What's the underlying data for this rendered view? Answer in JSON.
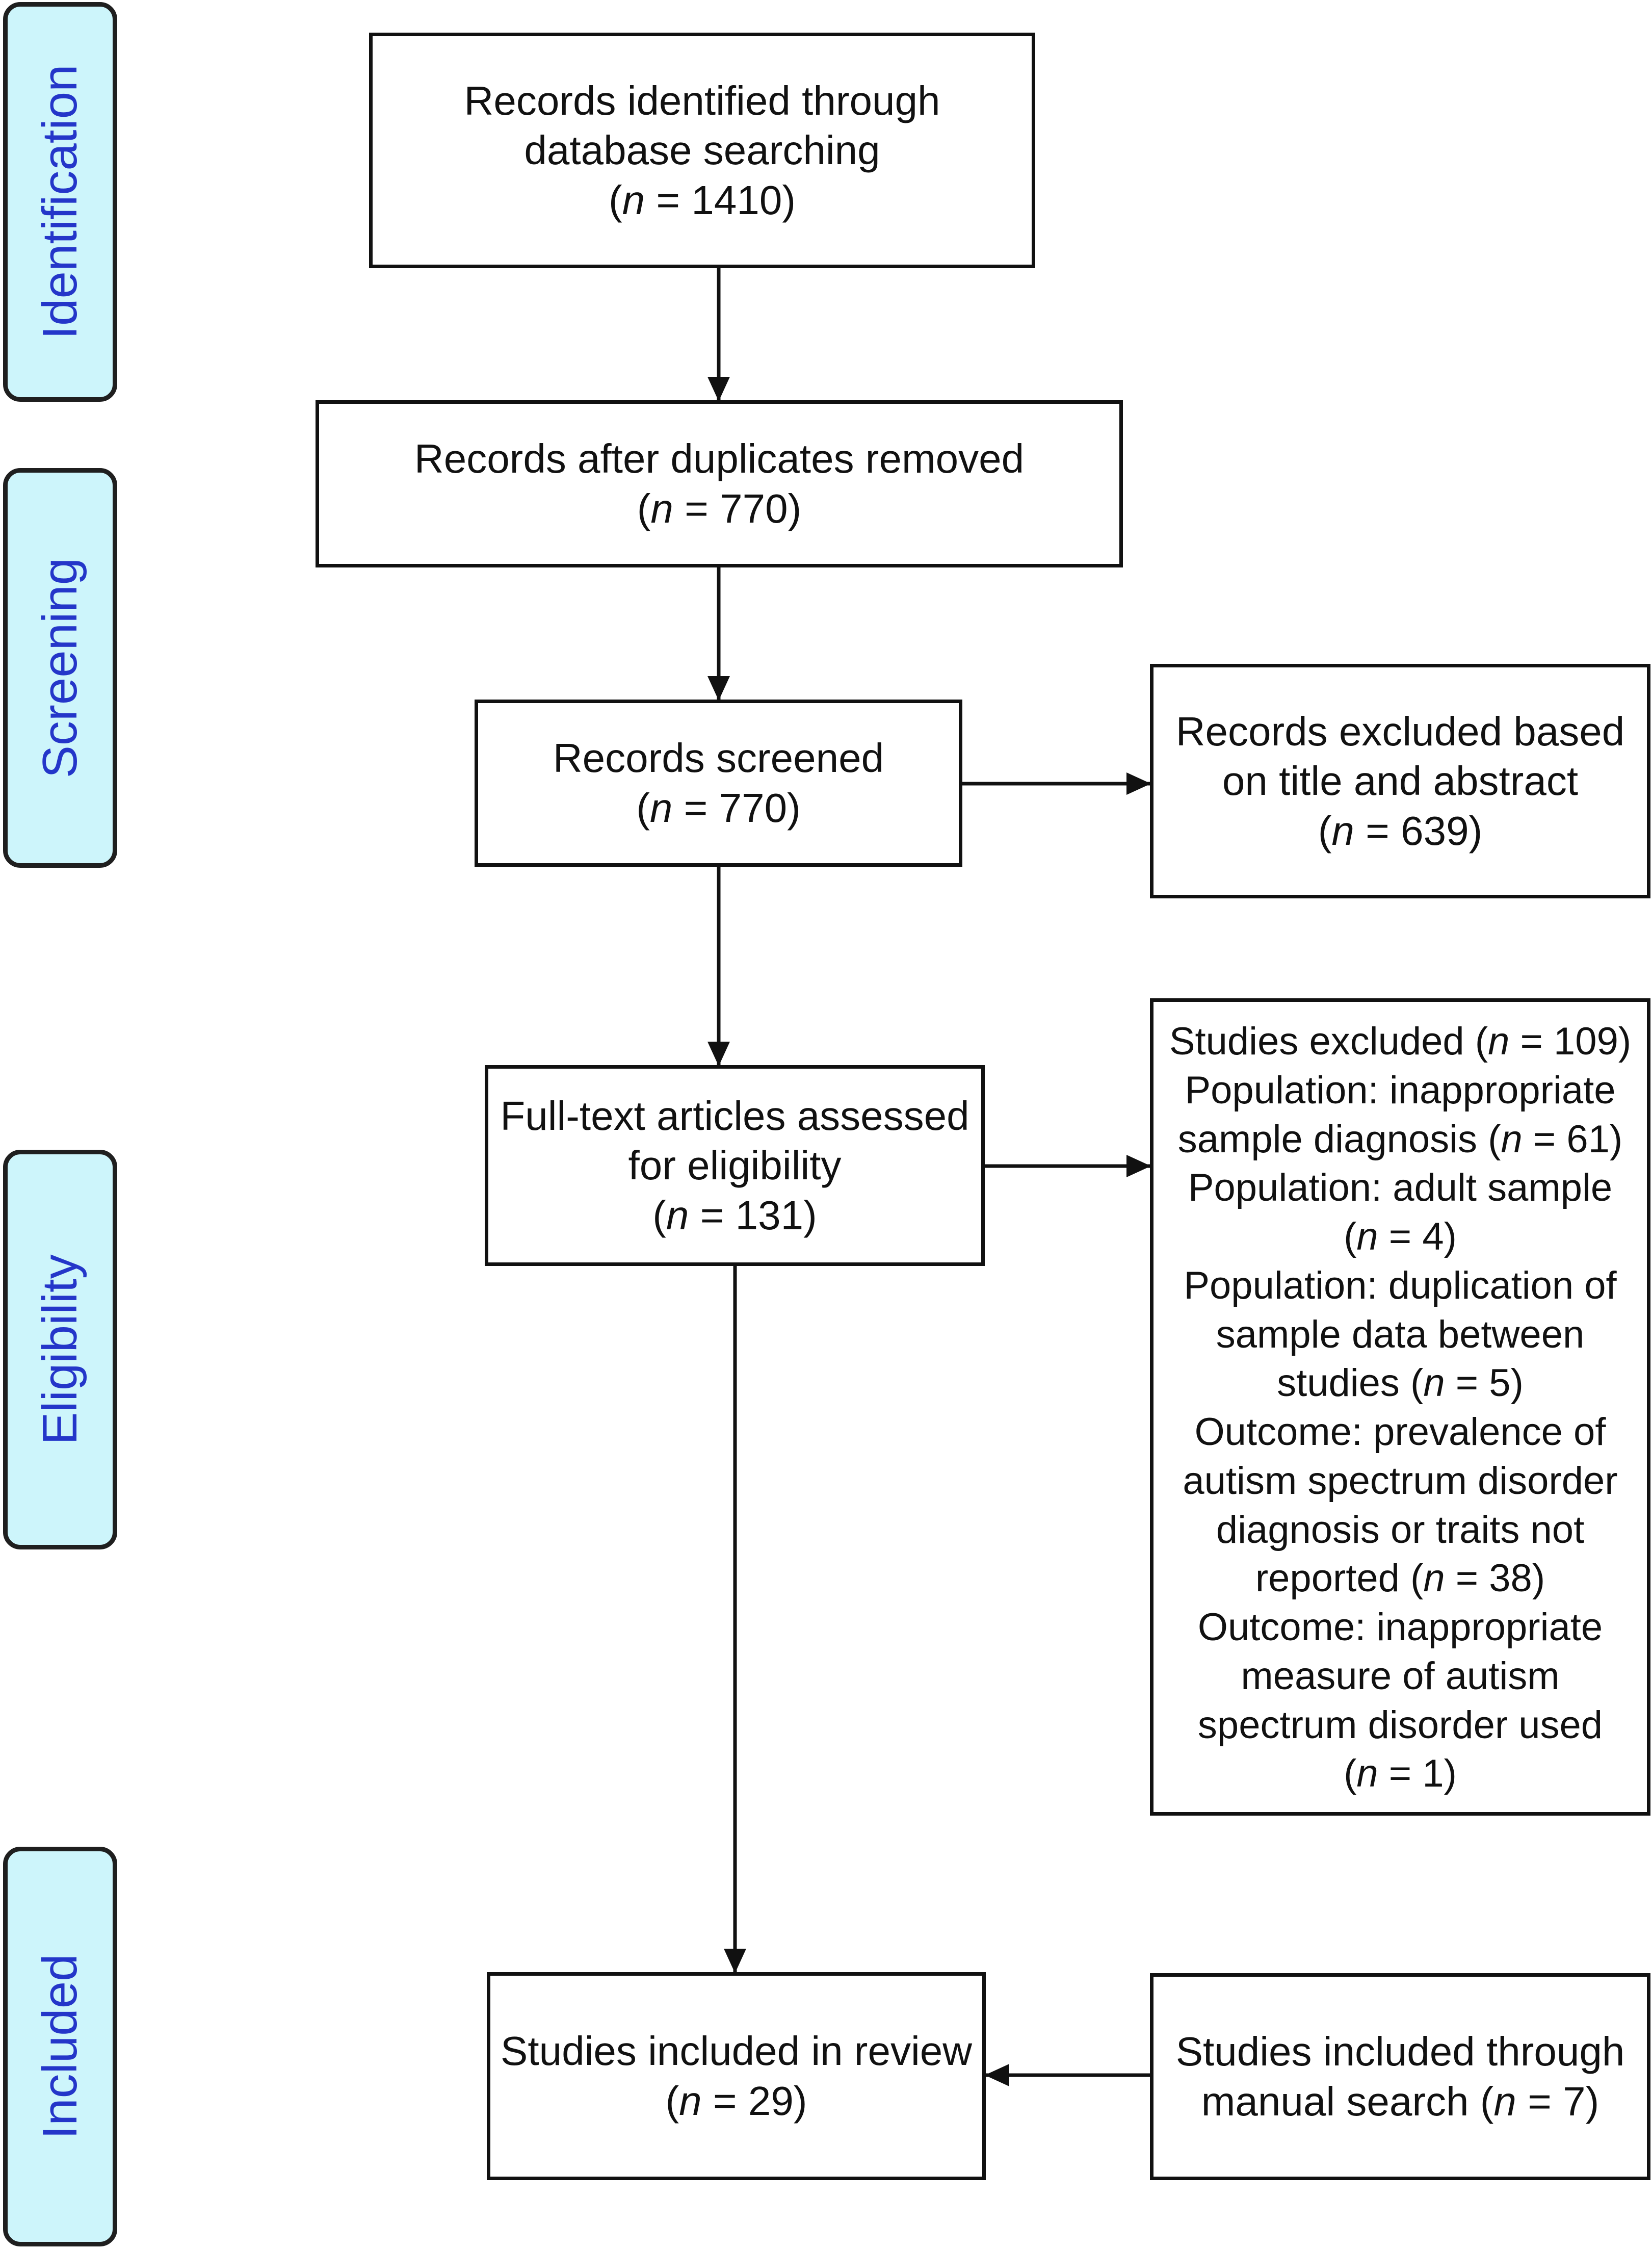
{
  "phases": {
    "identification": "Identification",
    "screening": "Screening",
    "eligibility": "Eligibility",
    "included": "Included"
  },
  "boxes": {
    "identified": {
      "lines": [
        "Records identified through",
        "database searching"
      ],
      "n": "1410"
    },
    "after_duplicates": {
      "lines": [
        "Records after duplicates removed"
      ],
      "n": "770"
    },
    "screened": {
      "lines": [
        "Records screened"
      ],
      "n": "770"
    },
    "excluded_title_abstract": {
      "lines": [
        "Records excluded based",
        "on title and abstract"
      ],
      "n": "639"
    },
    "full_text": {
      "lines": [
        "Full-text articles assessed",
        "for eligibility"
      ],
      "n": "131"
    },
    "studies_excluded": {
      "heading": "Studies excluded",
      "n": "109",
      "reasons": [
        {
          "lines": [
            "Population: inappropriate",
            "sample diagnosis"
          ],
          "n": "61"
        },
        {
          "lines": [
            "Population: adult sample",
            ""
          ],
          "n": "4"
        },
        {
          "lines": [
            "Population: duplication of",
            "sample data between",
            "studies"
          ],
          "n": "5"
        },
        {
          "lines": [
            "Outcome: prevalence of",
            "autism spectrum disorder",
            "diagnosis or traits not",
            "reported"
          ],
          "n": "38"
        },
        {
          "lines": [
            "Outcome: inappropriate",
            "measure of autism",
            "spectrum disorder used",
            ""
          ],
          "n": "1"
        }
      ]
    },
    "included_review": {
      "lines": [
        "Studies included in review"
      ],
      "n": "29"
    },
    "manual_search": {
      "lines": [
        "Studies included through",
        "manual search"
      ],
      "n": "7"
    }
  }
}
